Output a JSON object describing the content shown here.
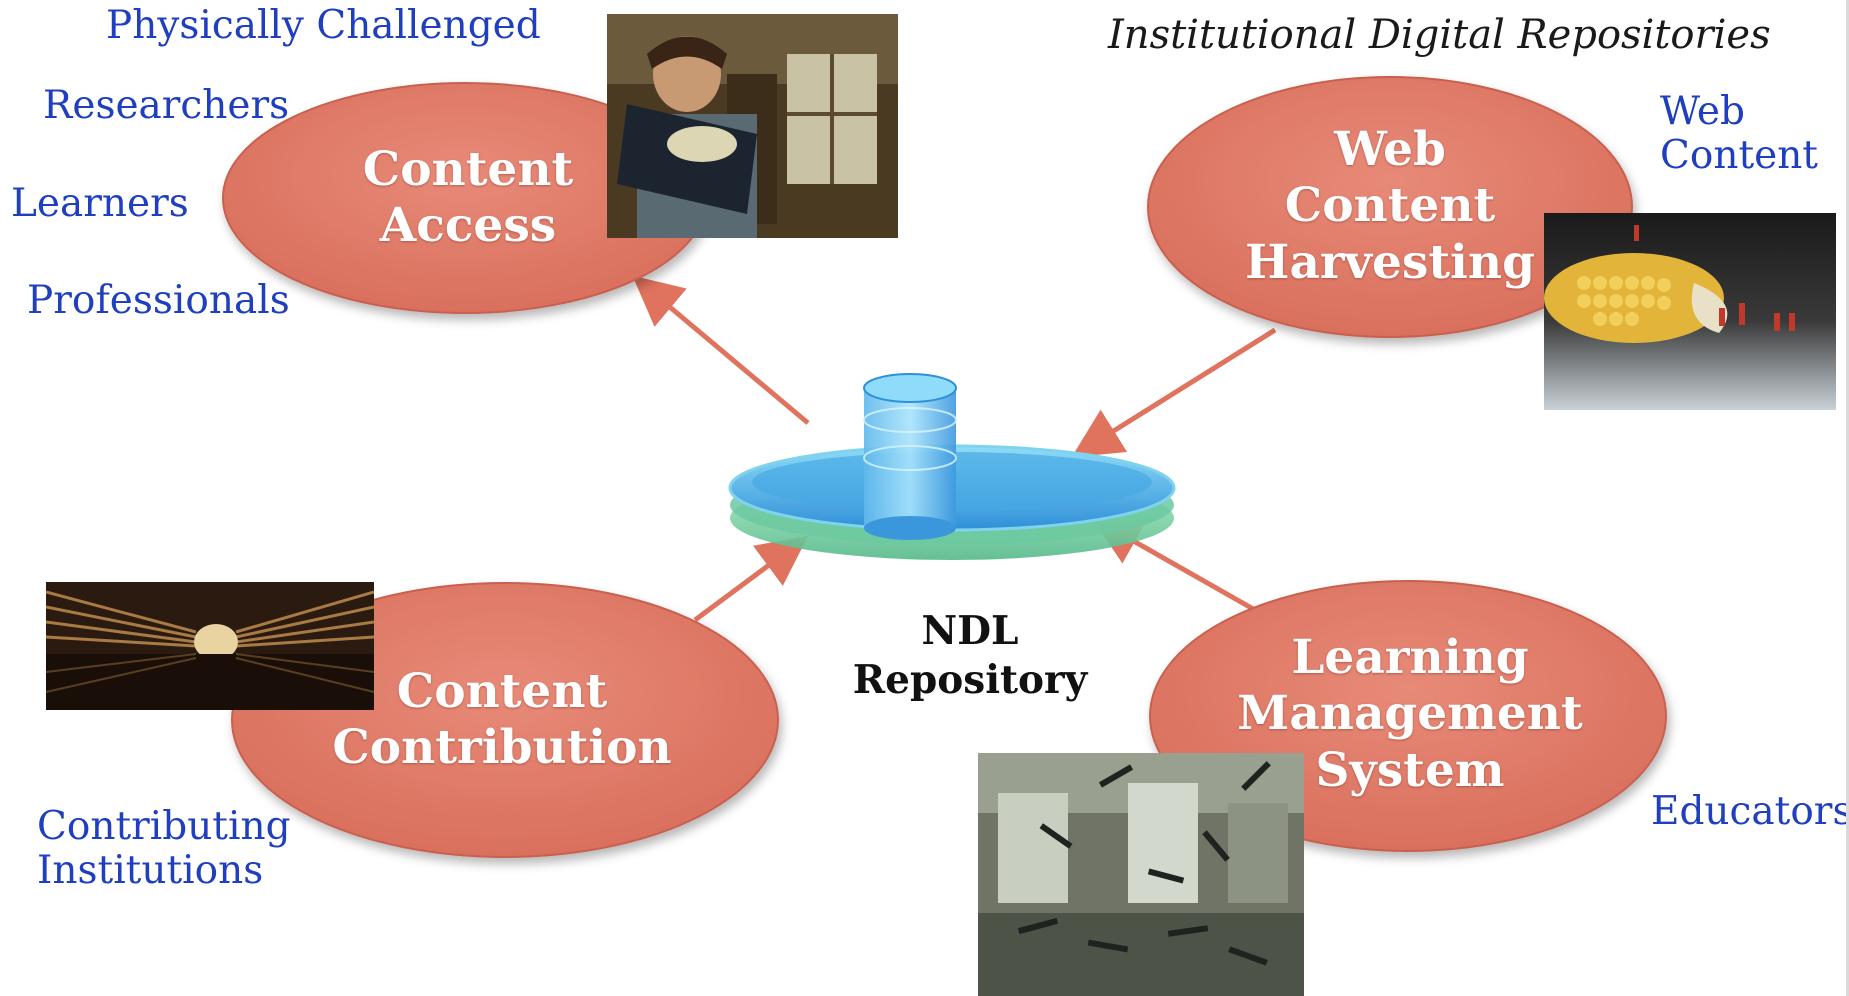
{
  "top_caption": "Institutional Digital Repositories",
  "audiences": {
    "physically_challenged": "Physically Challenged",
    "researchers": "Researchers",
    "learners": "Learners",
    "professionals": "Professionals",
    "contributing": [
      "Contributing",
      "Institutions"
    ],
    "web_content": [
      "Web",
      "Content"
    ],
    "educators": "Educators"
  },
  "nodes": {
    "content_access": [
      "Content",
      "Access"
    ],
    "web_harvesting": [
      "Web",
      "Content",
      "Harvesting"
    ],
    "content_contribution": [
      "Content",
      "Contribution"
    ],
    "lms": [
      "Learning",
      "Management",
      "System"
    ]
  },
  "hub": [
    "NDL",
    "Repository"
  ],
  "colors": {
    "bubble": "#e07866",
    "bubble_stroke": "#c9614f",
    "arrow": "#e0735d",
    "audience_text": "#1f3fbf",
    "disk_blue": "#3a9de0",
    "disk_green": "#7fd6a6"
  },
  "icons": {
    "reading_photo": "boy-reading-book-photo",
    "corn_photo": "corn-harvest-miniature-photo",
    "library_photo": "library-tunnel-photo",
    "classroom_photo": "chaotic-classroom-photo",
    "database": "database-disk-icon"
  }
}
